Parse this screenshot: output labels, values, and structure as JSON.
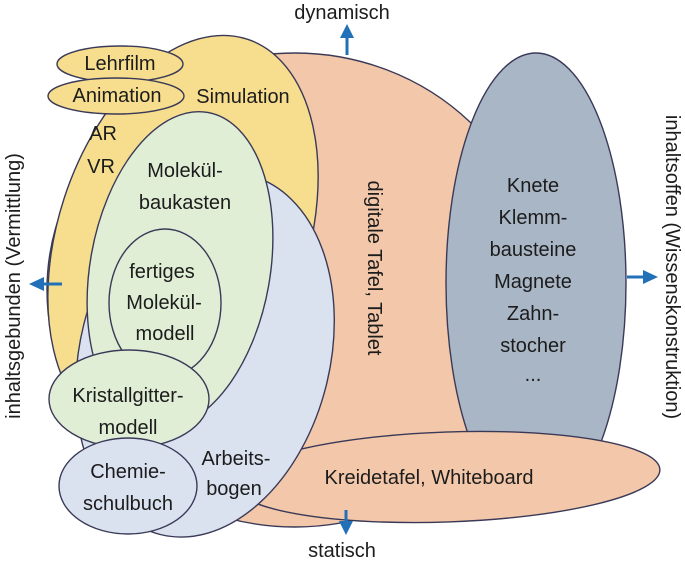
{
  "colors": {
    "yellow": "#F7DE8E",
    "salmon": "#F3C7A9",
    "green": "#E0EED6",
    "lightblue": "#DAE2F0",
    "gray": "#A9B6C5",
    "outline": "#3A3A58",
    "arrow": "#2170B8",
    "text": "#1C1C1C"
  },
  "axes": {
    "top": "dynamisch",
    "bottom": "statisch",
    "left": "inhaltsgebunden (Vermittlung)",
    "right": "inhaltsoffen (Wissenskonstruktion)"
  },
  "regions": {
    "lehrfilm": {
      "label": "Lehrfilm"
    },
    "animation": {
      "label": "Animation"
    },
    "simulation": {
      "label": "Simulation"
    },
    "ar": {
      "label": "AR"
    },
    "vr": {
      "label": "VR"
    },
    "molekuelbaukasten": {
      "line1": "Molekül-",
      "line2": "baukasten"
    },
    "fertiges_molekuelmodell": {
      "line1": "fertiges",
      "line2": "Molekül-",
      "line3": "modell"
    },
    "kristallgittermodell": {
      "line1": "Kristallgitter-",
      "line2": "modell"
    },
    "chemieschulbuch": {
      "line1": "Chemie-",
      "line2": "schulbuch"
    },
    "arbeitsbogen": {
      "line1": "Arbeits-",
      "line2": "bogen"
    },
    "digitale_tafel": {
      "label": "digitale Tafel, Tablet"
    },
    "haptik": {
      "line1": "Knete",
      "line2": "Klemm-",
      "line3": "bausteine",
      "line4": "Magnete",
      "line5": "Zahn-",
      "line6": "stocher",
      "line7": "..."
    },
    "kreidetafel": {
      "label": "Kreidetafel, Whiteboard"
    }
  }
}
